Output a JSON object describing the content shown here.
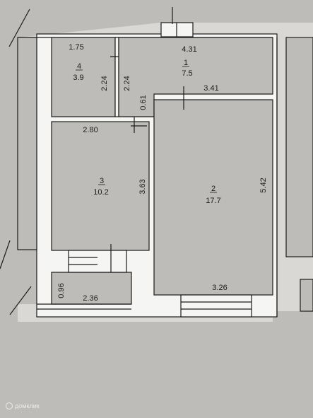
{
  "rooms": [
    {
      "number": "1",
      "area": "7.5"
    },
    {
      "number": "2",
      "area": "17.7"
    },
    {
      "number": "3",
      "area": "10.2"
    },
    {
      "number": "4",
      "area": "3.9"
    }
  ],
  "dimensions": {
    "d431": "4.31",
    "d175": "1.75",
    "d224a": "2.24",
    "d224b": "2.24",
    "d061": "0.61",
    "d341": "3.41",
    "d280": "2.80",
    "d363": "3.63",
    "d542": "5.42",
    "d326": "3.26",
    "d096": "0.96",
    "d236": "2.36"
  },
  "watermark_text": "домклик",
  "colors": {
    "background": "#bdbcb8",
    "wall_fill": "#f5f5f3",
    "line": "#1c1c1c",
    "text": "#1c1c1c"
  }
}
